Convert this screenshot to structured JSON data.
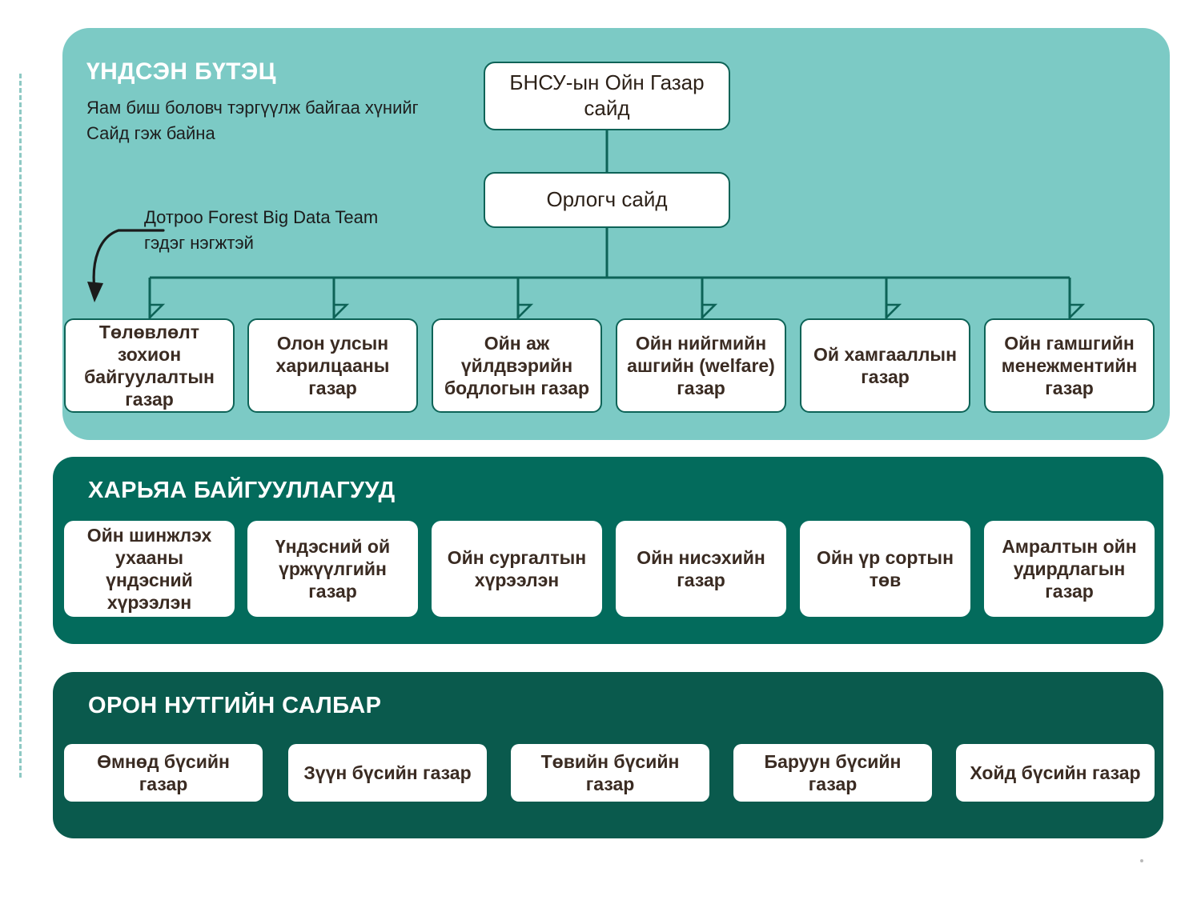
{
  "colors": {
    "panel_basic_bg": "#7CCAC5",
    "panel_affiliate_bg": "#036B5C",
    "panel_local_bg": "#0A5A4D",
    "node_border": "#0D6357",
    "node_bg": "#FFFFFF",
    "node_text": "#3A2B22",
    "panel_title_text": "#FFFFFF",
    "connector_line": "#0D6357",
    "margin_dash": "#8FC9C4"
  },
  "sections": {
    "basic": {
      "title": "ҮНДСЭН БҮТЭЦ",
      "subtitle": "Яам биш боловч тэргүүлж байгаа хүнийг Сайд гэж байна",
      "annotation": "Дотроо Forest Big Data Team гэдэг нэгжтэй",
      "top_chain": [
        {
          "label": "БНСУ-ын Ойн Газар сайд"
        },
        {
          "label": "Орлогч сайд"
        }
      ],
      "departments": [
        {
          "label": "Төлөвлөлт зохион байгуулалтын газар"
        },
        {
          "label": "Олон улсын харилцааны газар"
        },
        {
          "label": "Ойн аж үйлдвэрийн бодлогын газар"
        },
        {
          "label": "Ойн нийгмийн ашгийн (welfare) газар"
        },
        {
          "label": "Ой хамгааллын газар"
        },
        {
          "label": "Ойн гамшгийн менежментийн газар"
        }
      ]
    },
    "affiliate": {
      "title": "ХАРЬЯА БАЙГУУЛЛАГУУД",
      "items": [
        {
          "label": "Ойн шинжлэх ухааны үндэсний хүрээлэн"
        },
        {
          "label": "Үндэсний ой үржүүлгийн газар"
        },
        {
          "label": "Ойн сургалтын хүрээлэн"
        },
        {
          "label": "Ойн нисэхийн газар"
        },
        {
          "label": "Ойн үр сортын төв"
        },
        {
          "label": "Амралтын ойн удирдлагын газар"
        }
      ]
    },
    "local": {
      "title": "ОРОН НУТГИЙН САЛБАР",
      "items": [
        {
          "label": "Өмнөд бүсийн газар"
        },
        {
          "label": "Зүүн бүсийн газар"
        },
        {
          "label": "Төвийн бүсийн газар"
        },
        {
          "label": "Баруун бүсийн газар"
        },
        {
          "label": "Хойд бүсийн газар"
        }
      ]
    }
  }
}
